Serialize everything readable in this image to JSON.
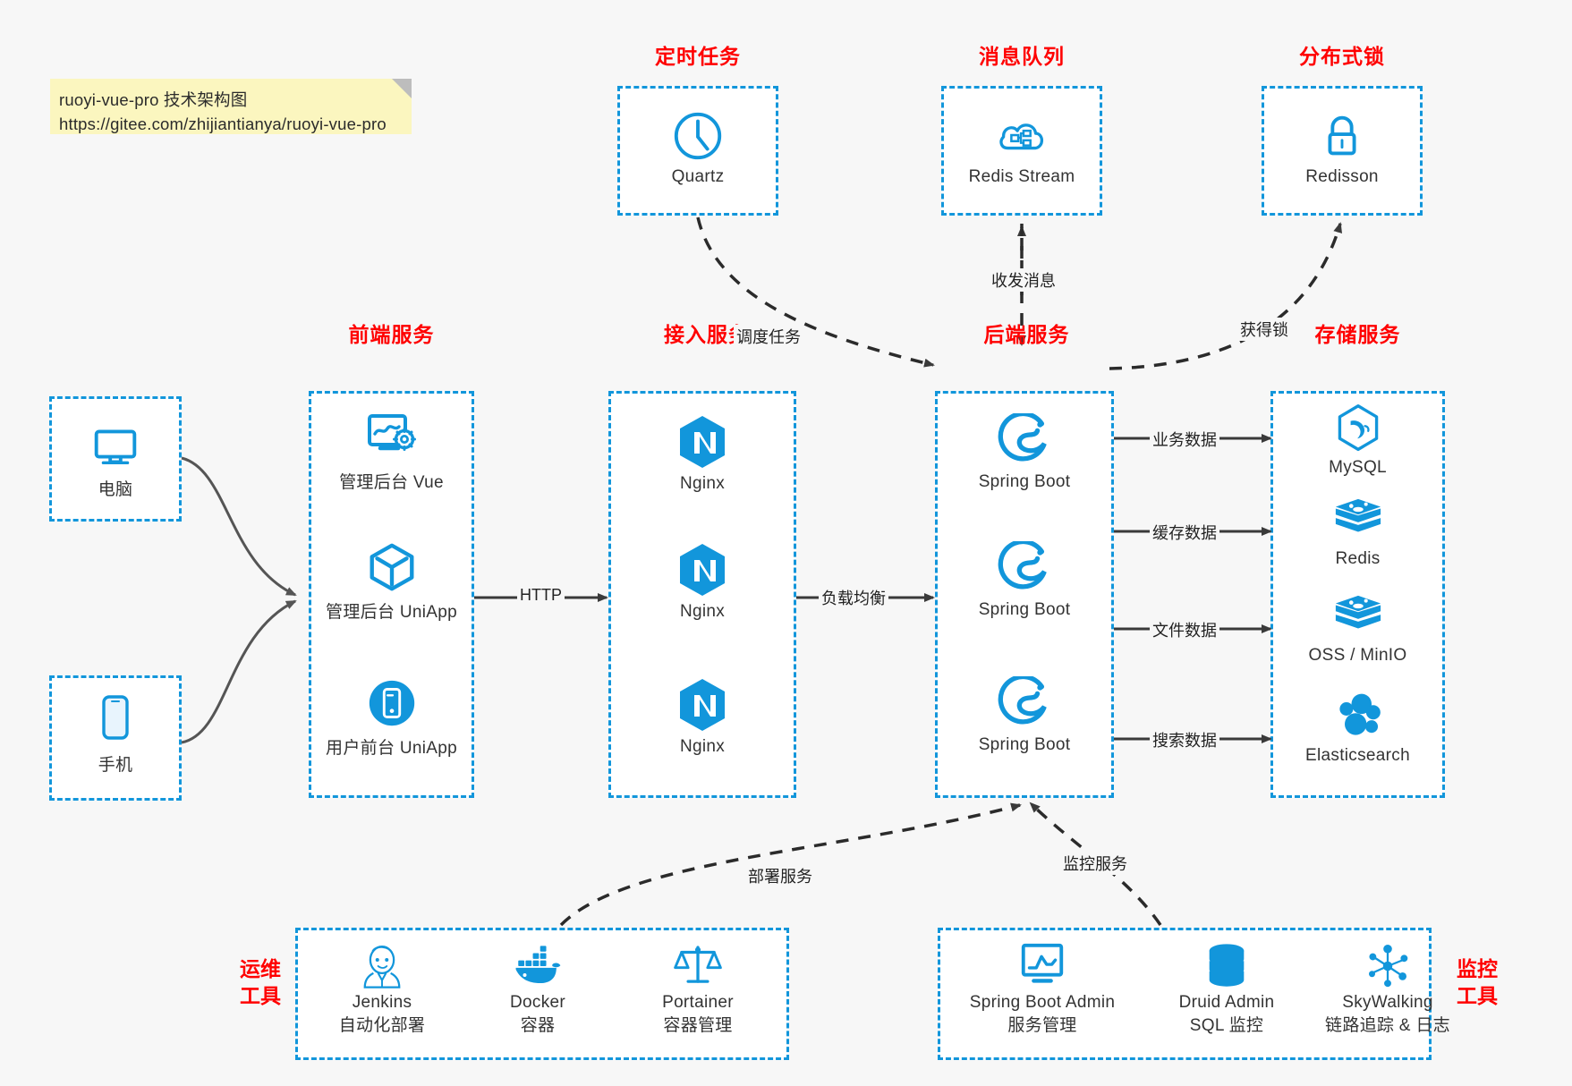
{
  "note": {
    "line1": "ruoyi-vue-pro 技术架构图",
    "line2": "https://gitee.com/zhijiantianya/ruoyi-vue-pro"
  },
  "colors": {
    "accent_blue": "#1296db",
    "caption_red": "#ff0000",
    "note_bg": "#fbf6bf",
    "page_bg": "#f7f7f7",
    "arrow_black": "#222222",
    "curve_gray": "#555555"
  },
  "captions": {
    "scheduled_task": "定时任务",
    "message_queue": "消息队列",
    "distributed_lock": "分布式锁",
    "frontend_service": "前端服务",
    "gateway_service": "接入服务",
    "backend_service": "后端服务",
    "storage_service": "存储服务",
    "devops_tools_l1": "运维",
    "devops_tools_l2": "工具",
    "monitor_tools_l1": "监控",
    "monitor_tools_l2": "工具"
  },
  "clients": [
    {
      "label": "电脑",
      "icon": "desktop-computer-icon"
    },
    {
      "label": "手机",
      "icon": "mobile-phone-icon"
    }
  ],
  "top_groups": [
    {
      "caption": "定时任务",
      "label": "Quartz",
      "icon": "clock-icon"
    },
    {
      "caption": "消息队列",
      "label": "Redis Stream",
      "icon": "cloud-stream-icon"
    },
    {
      "caption": "分布式锁",
      "label": "Redisson",
      "icon": "padlock-icon"
    }
  ],
  "frontend": {
    "caption": "前端服务",
    "items": [
      {
        "label": "管理后台 Vue",
        "icon": "dashboard-settings-icon"
      },
      {
        "label": "管理后台 UniApp",
        "icon": "cube-icon"
      },
      {
        "label": "用户前台 UniApp",
        "icon": "mobile-app-circle-icon"
      }
    ]
  },
  "gateway": {
    "caption": "接入服务",
    "items": [
      {
        "label": "Nginx",
        "icon": "nginx-icon"
      },
      {
        "label": "Nginx",
        "icon": "nginx-icon"
      },
      {
        "label": "Nginx",
        "icon": "nginx-icon"
      }
    ]
  },
  "backend": {
    "caption": "后端服务",
    "items": [
      {
        "label": "Spring Boot",
        "icon": "spring-leaf-icon"
      },
      {
        "label": "Spring Boot",
        "icon": "spring-leaf-icon"
      },
      {
        "label": "Spring Boot",
        "icon": "spring-leaf-icon"
      }
    ]
  },
  "storage": {
    "caption": "存储服务",
    "items": [
      {
        "label": "MySQL",
        "icon": "mysql-dolphin-icon"
      },
      {
        "label": "Redis",
        "icon": "redis-stack-icon"
      },
      {
        "label": "OSS / MinIO",
        "icon": "object-storage-icon"
      },
      {
        "label": "Elasticsearch",
        "icon": "elasticsearch-icon"
      }
    ]
  },
  "devops": {
    "caption_l1": "运维",
    "caption_l2": "工具",
    "items": [
      {
        "name": "Jenkins",
        "desc": "自动化部署",
        "icon": "jenkins-butler-icon"
      },
      {
        "name": "Docker",
        "desc": "容器",
        "icon": "docker-whale-icon"
      },
      {
        "name": "Portainer",
        "desc": "容器管理",
        "icon": "scales-balance-icon"
      }
    ]
  },
  "monitoring": {
    "caption_l1": "监控",
    "caption_l2": "工具",
    "items": [
      {
        "name": "Spring Boot Admin",
        "desc": "服务管理",
        "icon": "monitor-chart-icon"
      },
      {
        "name": "Druid Admin",
        "desc": "SQL 监控",
        "icon": "database-stack-icon"
      },
      {
        "name": "SkyWalking",
        "desc": "链路追踪 & 日志",
        "icon": "network-nodes-icon"
      }
    ]
  },
  "edges": {
    "http": "HTTP",
    "load_balance": "负载均衡",
    "schedule_task": "调度任务",
    "send_receive_message": "收发消息",
    "acquire_lock": "获得锁",
    "business_data": "业务数据",
    "cache_data": "缓存数据",
    "file_data": "文件数据",
    "search_data": "搜索数据",
    "deploy_service": "部署服务",
    "monitor_service": "监控服务"
  }
}
